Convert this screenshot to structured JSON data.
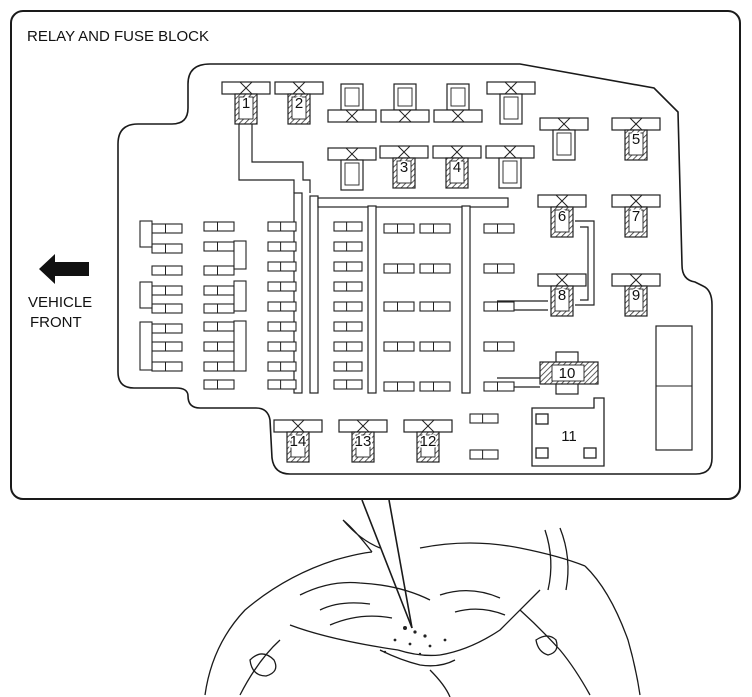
{
  "title": "RELAY AND FUSE BLOCK",
  "direction_label": {
    "line1": "VEHICLE",
    "line2": "FRONT"
  },
  "callouts": [
    "1",
    "2",
    "3",
    "4",
    "5",
    "6",
    "7",
    "8",
    "9",
    "10",
    "11",
    "12",
    "13",
    "14"
  ],
  "colors": {
    "stroke": "#1a1a1a",
    "hatch": "#555555",
    "background": "#ffffff"
  }
}
